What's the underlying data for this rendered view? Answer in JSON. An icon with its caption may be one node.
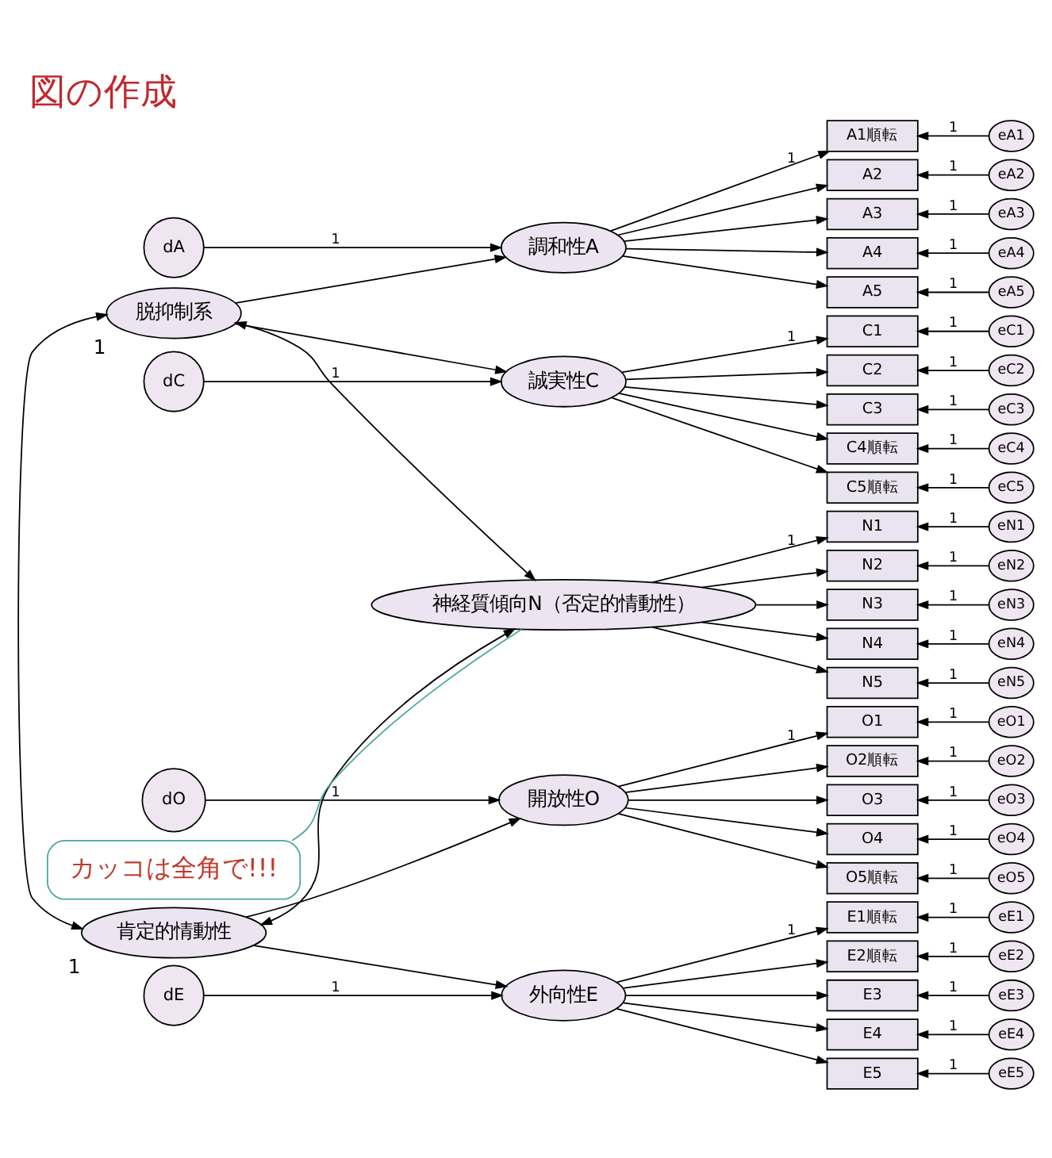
{
  "diagram": {
    "title": "図の作成",
    "nodes": [
      {
        "text": [
          "dA"
        ]
      },
      {
        "text": [
          "調和性A"
        ]
      },
      {
        "text": [
          "脱抑制系"
        ],
        "beside": [
          "1"
        ]
      },
      {
        "text": [
          "dC"
        ]
      },
      {
        "text": [
          "誠実性C"
        ]
      },
      {
        "text": [
          "神経質傾向N（否定的情動性）"
        ]
      },
      {
        "text": [
          "dE"
        ]
      },
      {
        "text": [
          "外向性E"
        ]
      },
      {
        "text": [
          "肯定的情動性"
        ],
        "beside": [
          "1"
        ]
      },
      {
        "text": [
          "dO"
        ]
      },
      {
        "text": [
          "開放性O"
        ]
      },
      {
        "text": [
          "カッコは全角で!!!"
        ]
      },
      {
        "text": [
          "A1順転"
        ]
      },
      {
        "text": [
          "A2"
        ]
      },
      {
        "text": [
          "A3"
        ]
      },
      {
        "text": [
          "A4"
        ]
      },
      {
        "text": [
          "A5"
        ]
      },
      {
        "text": [
          "C1"
        ]
      },
      {
        "text": [
          "C2"
        ]
      },
      {
        "text": [
          "C3"
        ]
      },
      {
        "text": [
          "C4順転"
        ]
      },
      {
        "text": [
          "C5順転"
        ]
      },
      {
        "text": [
          "N1"
        ]
      },
      {
        "text": [
          "N2"
        ]
      },
      {
        "text": [
          "N3"
        ]
      },
      {
        "text": [
          "N4"
        ]
      },
      {
        "text": [
          "N5"
        ]
      },
      {
        "text": [
          "E1順転"
        ]
      },
      {
        "text": [
          "E2順転"
        ]
      },
      {
        "text": [
          "E3"
        ]
      },
      {
        "text": [
          "E4"
        ]
      },
      {
        "text": [
          "E5"
        ]
      },
      {
        "text": [
          "O1"
        ]
      },
      {
        "text": [
          "O2順転"
        ]
      },
      {
        "text": [
          "O3"
        ]
      },
      {
        "text": [
          "O4"
        ]
      },
      {
        "text": [
          "O5順転"
        ]
      },
      {
        "text": [
          "eA1"
        ]
      },
      {
        "text": [
          "eA2"
        ]
      },
      {
        "text": [
          "eA3"
        ]
      },
      {
        "text": [
          "eA4"
        ]
      },
      {
        "text": [
          "eA5"
        ]
      },
      {
        "text": [
          "eC1"
        ]
      },
      {
        "text": [
          "eC2"
        ]
      },
      {
        "text": [
          "eC3"
        ]
      },
      {
        "text": [
          "eC4"
        ]
      },
      {
        "text": [
          "eC5"
        ]
      },
      {
        "text": [
          "eN1"
        ]
      },
      {
        "text": [
          "eN2"
        ]
      },
      {
        "text": [
          "eN3"
        ]
      },
      {
        "text": [
          "eN4"
        ]
      },
      {
        "text": [
          "eN5"
        ]
      },
      {
        "text": [
          "eE1"
        ]
      },
      {
        "text": [
          "eE2"
        ]
      },
      {
        "text": [
          "eE3"
        ]
      },
      {
        "text": [
          "eE4"
        ]
      },
      {
        "text": [
          "eE5"
        ]
      },
      {
        "text": [
          "eO1"
        ]
      },
      {
        "text": [
          "eO2"
        ]
      },
      {
        "text": [
          "eO3"
        ]
      },
      {
        "text": [
          "eO4"
        ]
      },
      {
        "text": [
          "eO5"
        ]
      }
    ],
    "edges": [
      {
        "from": 2,
        "to": 1,
        "arrow": "to"
      },
      {
        "from": 2,
        "to": 4,
        "arrow": "to"
      },
      {
        "from": 8,
        "to": 7,
        "arrow": "to"
      },
      {
        "from": 8,
        "to": 10,
        "arrow": "to"
      },
      {
        "from": 2,
        "to": 8,
        "arrow": "both"
      },
      {
        "from": 2,
        "to": 5,
        "arrow": "both"
      },
      {
        "from": 8,
        "to": 5,
        "arrow": "both"
      },
      {
        "from": 0,
        "to": 1,
        "arrow": "to",
        "label": "1"
      },
      {
        "from": 3,
        "to": 4,
        "arrow": "to",
        "label": "1"
      },
      {
        "from": 6,
        "to": 7,
        "arrow": "to",
        "label": "1"
      },
      {
        "from": 9,
        "to": 10,
        "arrow": "to",
        "label": "1"
      },
      {
        "from": 1,
        "to": 12,
        "arrow": "to",
        "label": "1"
      },
      {
        "from": 1,
        "to": 13,
        "arrow": "to"
      },
      {
        "from": 1,
        "to": 14,
        "arrow": "to"
      },
      {
        "from": 1,
        "to": 15,
        "arrow": "to"
      },
      {
        "from": 1,
        "to": 16,
        "arrow": "to"
      },
      {
        "from": 4,
        "to": 17,
        "arrow": "to",
        "label": "1"
      },
      {
        "from": 4,
        "to": 18,
        "arrow": "to"
      },
      {
        "from": 4,
        "to": 19,
        "arrow": "to"
      },
      {
        "from": 4,
        "to": 20,
        "arrow": "to"
      },
      {
        "from": 4,
        "to": 21,
        "arrow": "to"
      },
      {
        "from": 5,
        "to": 22,
        "arrow": "to",
        "label": "1"
      },
      {
        "from": 5,
        "to": 23,
        "arrow": "to"
      },
      {
        "from": 5,
        "to": 24,
        "arrow": "to"
      },
      {
        "from": 5,
        "to": 25,
        "arrow": "to"
      },
      {
        "from": 5,
        "to": 26,
        "arrow": "to"
      },
      {
        "from": 7,
        "to": 27,
        "arrow": "to",
        "label": "1"
      },
      {
        "from": 7,
        "to": 28,
        "arrow": "to"
      },
      {
        "from": 7,
        "to": 29,
        "arrow": "to"
      },
      {
        "from": 7,
        "to": 30,
        "arrow": "to"
      },
      {
        "from": 7,
        "to": 31,
        "arrow": "to"
      },
      {
        "from": 10,
        "to": 32,
        "arrow": "to",
        "label": "1"
      },
      {
        "from": 10,
        "to": 33,
        "arrow": "to"
      },
      {
        "from": 10,
        "to": 34,
        "arrow": "to"
      },
      {
        "from": 10,
        "to": 35,
        "arrow": "to"
      },
      {
        "from": 10,
        "to": 36,
        "arrow": "to"
      },
      {
        "from": 37,
        "to": 12,
        "arrow": "to",
        "label": "1"
      },
      {
        "from": 38,
        "to": 13,
        "arrow": "to",
        "label": "1"
      },
      {
        "from": 39,
        "to": 14,
        "arrow": "to",
        "label": "1"
      },
      {
        "from": 40,
        "to": 15,
        "arrow": "to",
        "label": "1"
      },
      {
        "from": 41,
        "to": 16,
        "arrow": "to",
        "label": "1"
      },
      {
        "from": 42,
        "to": 17,
        "arrow": "to",
        "label": "1"
      },
      {
        "from": 43,
        "to": 18,
        "arrow": "to",
        "label": "1"
      },
      {
        "from": 44,
        "to": 19,
        "arrow": "to",
        "label": "1"
      },
      {
        "from": 45,
        "to": 20,
        "arrow": "to",
        "label": "1"
      },
      {
        "from": 46,
        "to": 21,
        "arrow": "to",
        "label": "1"
      },
      {
        "from": 47,
        "to": 22,
        "arrow": "to",
        "label": "1"
      },
      {
        "from": 48,
        "to": 23,
        "arrow": "to",
        "label": "1"
      },
      {
        "from": 49,
        "to": 24,
        "arrow": "to",
        "label": "1"
      },
      {
        "from": 50,
        "to": 25,
        "arrow": "to",
        "label": "1"
      },
      {
        "from": 51,
        "to": 26,
        "arrow": "to",
        "label": "1"
      },
      {
        "from": 52,
        "to": 27,
        "arrow": "to",
        "label": "1"
      },
      {
        "from": 53,
        "to": 28,
        "arrow": "to",
        "label": "1"
      },
      {
        "from": 54,
        "to": 29,
        "arrow": "to",
        "label": "1"
      },
      {
        "from": 55,
        "to": 30,
        "arrow": "to",
        "label": "1"
      },
      {
        "from": 56,
        "to": 31,
        "arrow": "to",
        "label": "1"
      },
      {
        "from": 57,
        "to": 32,
        "arrow": "to",
        "label": "1"
      },
      {
        "from": 58,
        "to": 33,
        "arrow": "to",
        "label": "1"
      },
      {
        "from": 59,
        "to": 34,
        "arrow": "to",
        "label": "1"
      },
      {
        "from": 60,
        "to": 35,
        "arrow": "to",
        "label": "1"
      },
      {
        "from": 61,
        "to": 36,
        "arrow": "to",
        "label": "1"
      },
      {
        "from": 11,
        "to": 5,
        "arrow": "none",
        "color": "#4aa6a0"
      }
    ]
  }
}
